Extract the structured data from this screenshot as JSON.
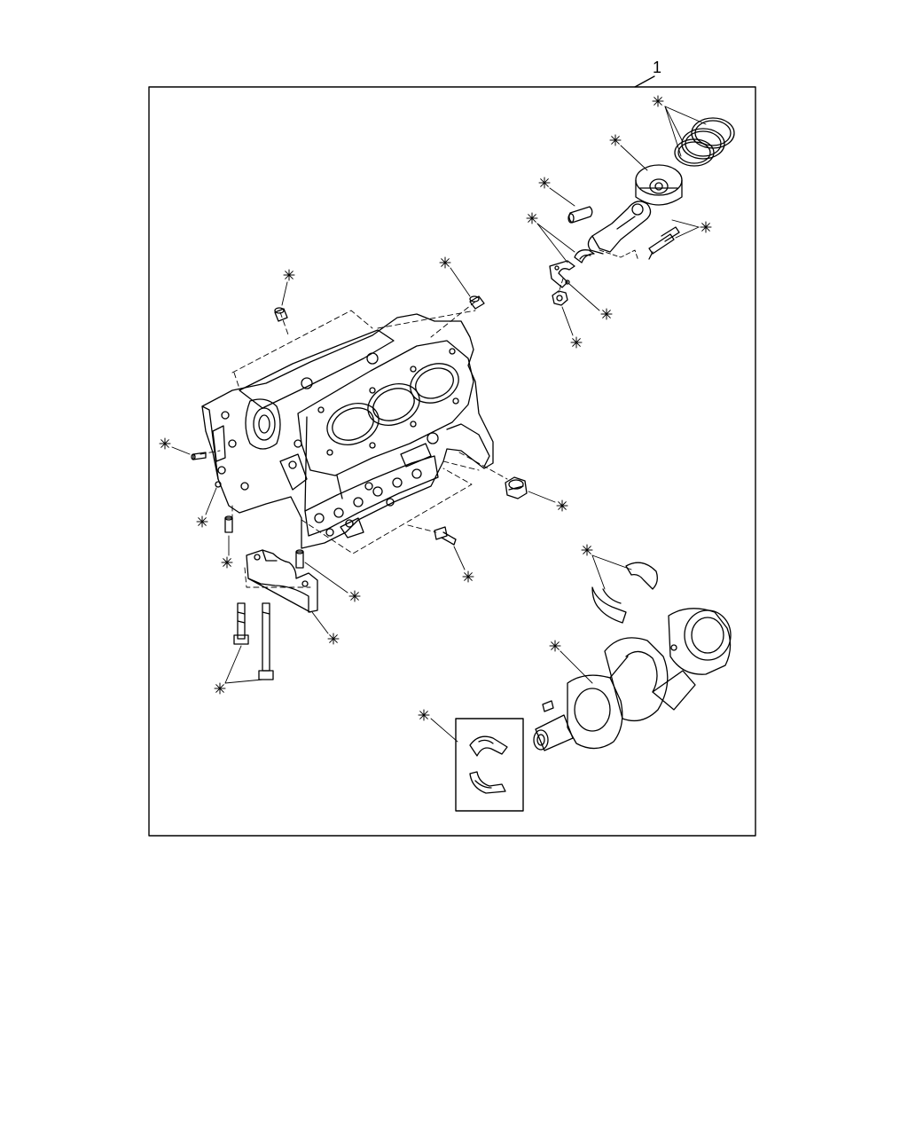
{
  "diagram": {
    "callout_number": "1",
    "kit_marker_symbol": "✳",
    "stroke_color": "#000000",
    "background_color": "#ffffff"
  },
  "components": [
    {
      "id": "piston-rings",
      "icon": "piston-ring-set"
    },
    {
      "id": "piston",
      "icon": "piston"
    },
    {
      "id": "piston-pin",
      "icon": "wrist-pin"
    },
    {
      "id": "connecting-rod",
      "icon": "connecting-rod"
    },
    {
      "id": "rod-bearing",
      "icon": "rod-bearing-shells"
    },
    {
      "id": "rod-bolts",
      "icon": "bolt-pair"
    },
    {
      "id": "rod-cap",
      "icon": "rod-cap"
    },
    {
      "id": "rod-nut",
      "icon": "nut"
    },
    {
      "id": "dowel-top-left",
      "icon": "dowel-sleeve"
    },
    {
      "id": "dowel-top-right",
      "icon": "dowel-sleeve"
    },
    {
      "id": "cylinder-block",
      "icon": "v6-engine-block"
    },
    {
      "id": "front-pin",
      "icon": "pin"
    },
    {
      "id": "small-plug",
      "icon": "plug"
    },
    {
      "id": "lower-pin",
      "icon": "pin"
    },
    {
      "id": "drain-plug",
      "icon": "plug"
    },
    {
      "id": "side-bolt",
      "icon": "bolt"
    },
    {
      "id": "main-cap-dowel",
      "icon": "dowel"
    },
    {
      "id": "main-bearing-cap",
      "icon": "main-cap"
    },
    {
      "id": "main-cap-bolts",
      "icon": "bolt-pair"
    },
    {
      "id": "thrust-washers",
      "icon": "thrust-washer"
    },
    {
      "id": "crankshaft",
      "icon": "crankshaft"
    },
    {
      "id": "main-bearing-shells",
      "icon": "bearing-shells"
    }
  ]
}
